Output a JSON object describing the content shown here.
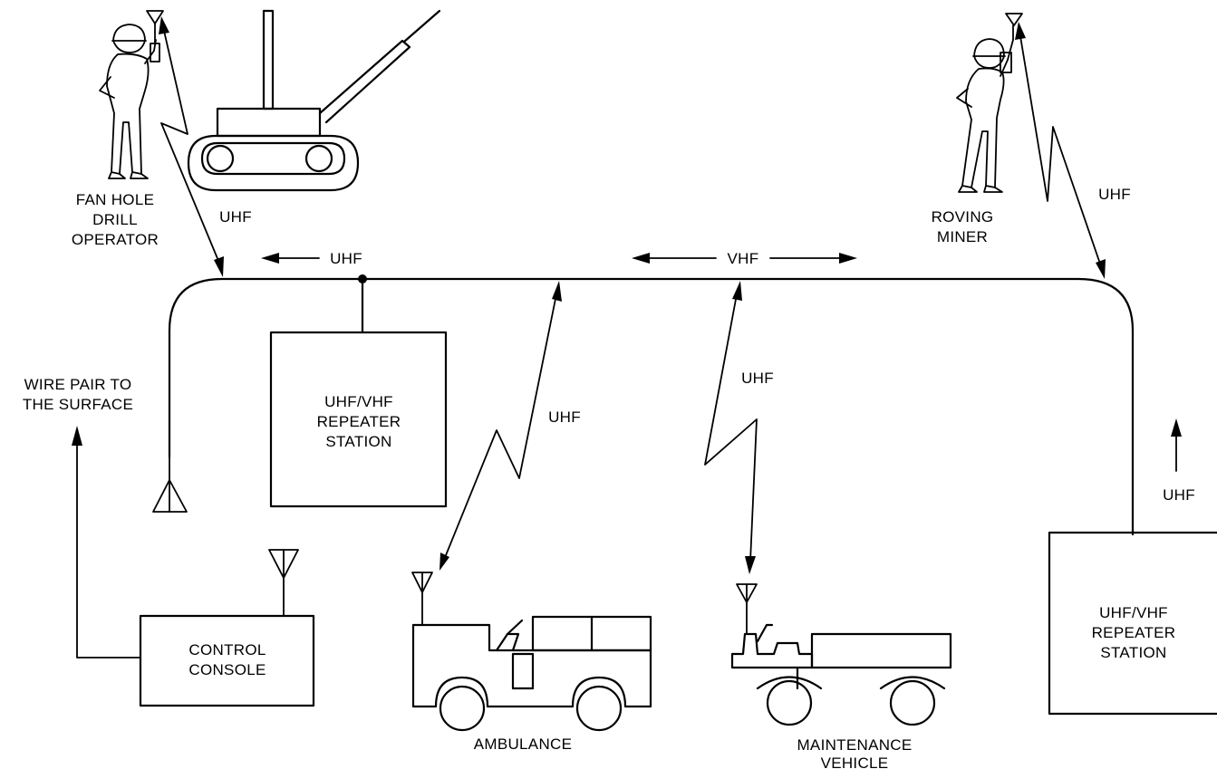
{
  "labels": {
    "fan_hole_1": "FAN HOLE",
    "fan_hole_2": "DRILL",
    "fan_hole_3": "OPERATOR",
    "roving_1": "ROVING",
    "roving_2": "MINER",
    "wire_1": "WIRE PAIR TO",
    "wire_2": "THE SURFACE",
    "repeater_left_1": "UHF/VHF",
    "repeater_left_2": "REPEATER",
    "repeater_left_3": "STATION",
    "repeater_right_1": "UHF/VHF",
    "repeater_right_2": "REPEATER",
    "repeater_right_3": "STATION",
    "control_1": "CONTROL",
    "control_2": "CONSOLE",
    "ambulance": "AMBULANCE",
    "maint_1": "MAINTENANCE",
    "maint_2": "VEHICLE"
  },
  "links": {
    "uhf_drill": "UHF",
    "uhf_top_left": "UHF",
    "vhf_top": "VHF",
    "uhf_ambulance": "UHF",
    "uhf_maintenance": "UHF",
    "uhf_roving": "UHF",
    "uhf_right": "UHF"
  }
}
